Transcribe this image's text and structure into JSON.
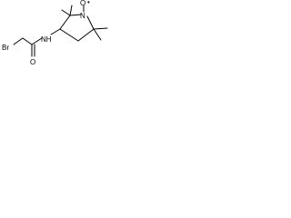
{
  "molecule": {
    "atoms": {
      "bromine": "Br",
      "carbonyl_oxygen": "O",
      "amide_nh": "NH",
      "ring_nitrogen": "N",
      "nitroxide_oxygen": "O"
    },
    "radical_marker": "•",
    "colors": {
      "ink": "#000000",
      "background": "#ffffff"
    }
  }
}
